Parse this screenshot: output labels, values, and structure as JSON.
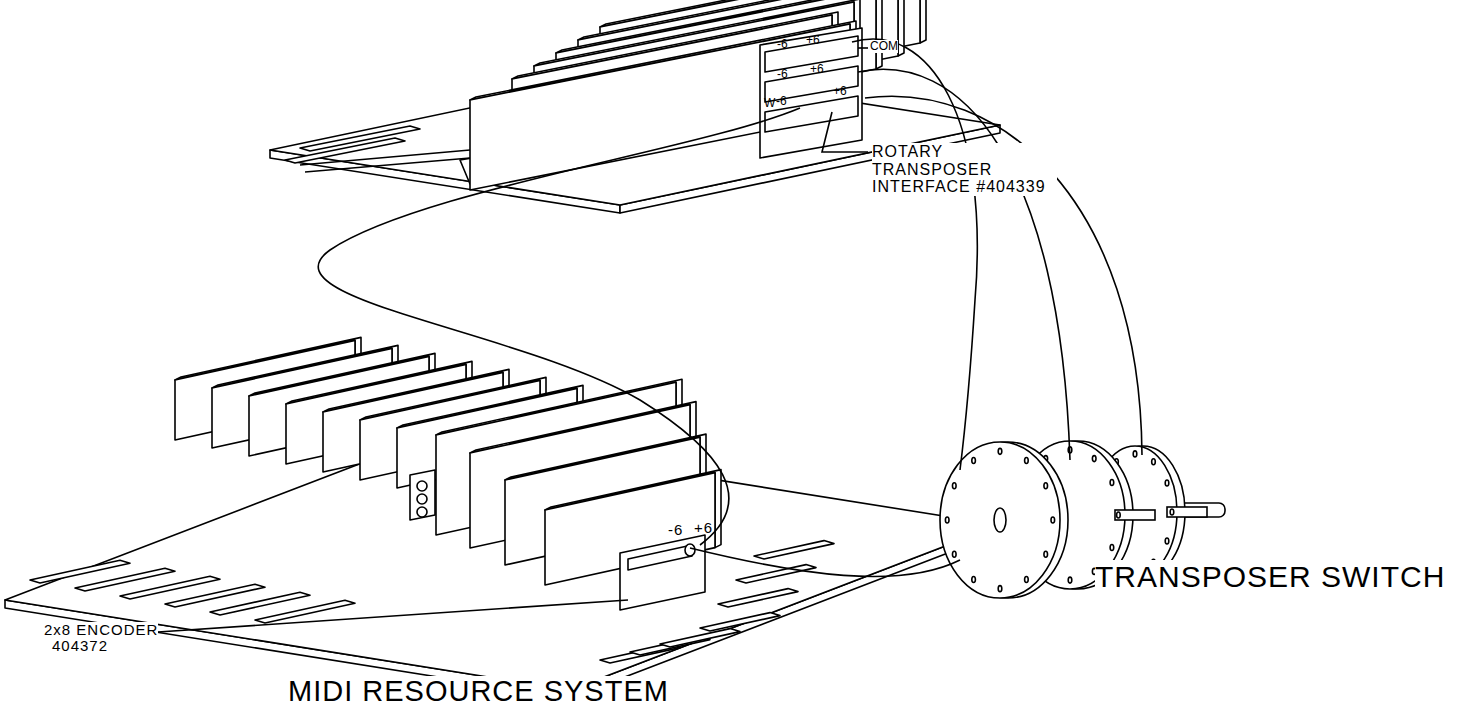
{
  "diagram": {
    "labels": [
      "-6",
      "+6",
      "COM",
      "-6",
      "+6",
      "W",
      "-6",
      "+6",
      "ROTARY TRANSPOSER INTERFACE #404339",
      "TRANSPOSER SWITCH",
      "-6",
      "+6",
      "2x8 ENCODER",
      "404372",
      "MIDI RESOURCE SYSTEM"
    ]
  }
}
